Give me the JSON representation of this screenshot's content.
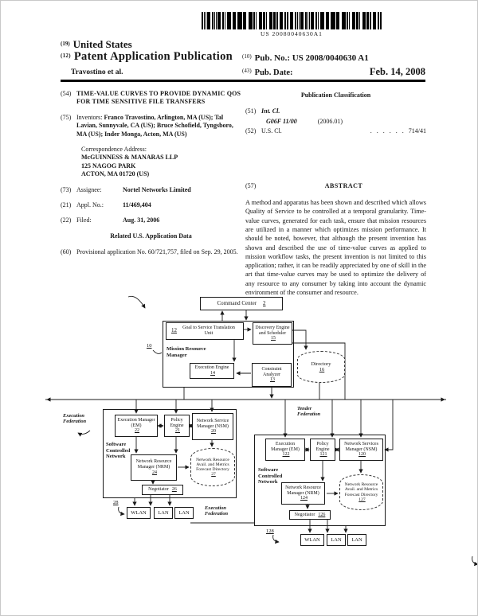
{
  "barcode": {
    "text": "US 20080040630A1"
  },
  "header": {
    "ref19": "(19)",
    "country": "United States",
    "ref12": "(12)",
    "pub_type": "Patent Application Publication",
    "inventor_line": "Travostino et al.",
    "pub_no_ref": "(10)",
    "pub_no_label": "Pub. No.:",
    "pub_no": "US 2008/0040630 A1",
    "date_ref": "(43)",
    "date_label": "Pub. Date:",
    "date": "Feb. 14, 2008"
  },
  "biblio": {
    "title_num": "(54)",
    "title": "TIME-VALUE CURVES TO PROVIDE DYNAMIC QOS FOR TIME SENSITIVE FILE TRANSFERS",
    "inventors_num": "(75)",
    "inventors_label": "Inventors:",
    "inventors": "Franco Travostino, Arlington, MA (US); Tal Lavian, Sunnyvale, CA (US); Bruce Schofield, Tyngsboro, MA (US); Inder Monga, Acton, MA (US)",
    "correspondence_label": "Correspondence Address:",
    "correspondence": [
      "McGUINNESS & MANARAS LLP",
      "125 NAGOG PARK",
      "ACTON, MA 01720 (US)"
    ],
    "assignee_num": "(73)",
    "assignee_label": "Assignee:",
    "assignee": "Nortel Networks Limited",
    "appl_num": "(21)",
    "appl_label": "Appl. No.:",
    "appl_no": "11/469,404",
    "filed_num": "(22)",
    "filed_label": "Filed:",
    "filed_date": "Aug. 31, 2006",
    "related_heading": "Related U.S. Application Data",
    "provisional_num": "(60)",
    "provisional": "Provisional application No. 60/721,757, filed on Sep. 29, 2005."
  },
  "classification": {
    "heading": "Publication Classification",
    "int_cl_num": "(51)",
    "int_cl_label": "Int. Cl.",
    "int_cl_code": "G06F 11/00",
    "int_cl_year": "(2006.01)",
    "us_cl_num": "(52)",
    "us_cl_label": "U.S. Cl.",
    "us_cl_dots": ". . . . . .",
    "us_cl_value": "714/41"
  },
  "abstract": {
    "num": "(57)",
    "heading": "ABSTRACT",
    "text": "A method and apparatus has been shown and described which allows Quality of Service to be controlled at a temporal granularity. Time-value curves, generated for each task, ensure that mission resources are utilized in a manner which optimizes mission performance. It should be noted, however, that although the present invention has shown and described the use of time-value curves as applied to mission workflow tasks, the present invention is not limited to this application; rather, it can be readily appreciated by one of skill in the art that time-value curves may be used to optimize the delivery of any resource to any consumer by taking into account the dynamic environment of the consumer and resource."
  },
  "figure": {
    "command_center": {
      "label": "Command Center",
      "num": "2"
    },
    "mrm": {
      "num": "10",
      "label": "Mission Resource Manager"
    },
    "goal_unit": {
      "num": "12",
      "label": "Goal to Service Translation Unit"
    },
    "discovery": {
      "label": "Discovery Engine and Scheduler",
      "num": "15"
    },
    "execution_engine": {
      "label": "Execution Engine",
      "num": "14"
    },
    "constraint": {
      "label": "Constraint Analyzer",
      "num": "13"
    },
    "directory": {
      "label": "Directory",
      "num": "16"
    },
    "labels": {
      "execution_federation": "Execution Federation",
      "tender_federation": "Tender Federation"
    },
    "scn_left": {
      "label": "Software Controlled Network",
      "em": {
        "label": "Execution Manager (EM)",
        "num": "22"
      },
      "policy": {
        "label": "Policy Engine",
        "num": "21"
      },
      "nsm": {
        "label": "Network Service Manager (NSM)",
        "num": "20"
      },
      "nrm": {
        "label": "Network Resource Manager (NRM)",
        "num": "24"
      },
      "forecast": {
        "label": "Network Resource Avail. and Metrics Forecast Directory",
        "num": "27"
      },
      "negotiator": {
        "label": "Negotiator",
        "num": "26"
      },
      "lans": [
        "WLAN",
        "LAN",
        "LAN"
      ],
      "lan_num": "28"
    },
    "scn_right": {
      "label": "Software Controlled Network",
      "em": {
        "label": "Execution Manager (EM)",
        "num": "122"
      },
      "policy": {
        "label": "Policy Engine",
        "num": "121"
      },
      "nsm": {
        "label": "Network Services Manager (NSM)",
        "num": "120"
      },
      "nrm": {
        "label": "Network Resource Manager (NRM)",
        "num": "124"
      },
      "forecast": {
        "label": "Network Resource Avail. and Metrics Forecast Directory",
        "num": "127"
      },
      "negotiator": {
        "label": "Negotiator",
        "num": "126"
      },
      "lans": [
        "WLAN",
        "LAN",
        "LAN"
      ],
      "lan_num": "128"
    }
  }
}
